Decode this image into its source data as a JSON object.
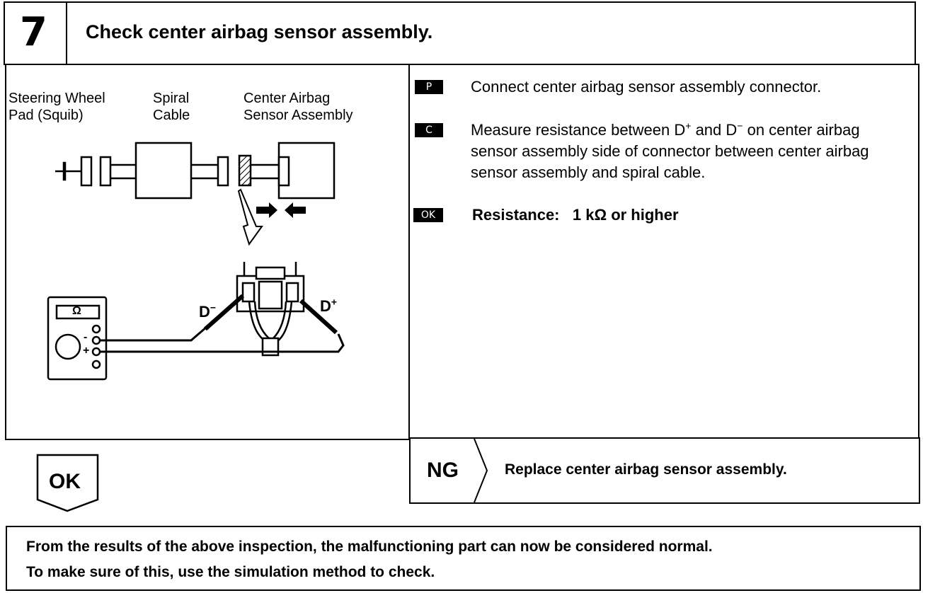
{
  "header": {
    "step_number": "7",
    "title": "Check center airbag sensor assembly."
  },
  "diagram": {
    "label_steering_line1": "Steering Wheel",
    "label_steering_line2": "Pad (Squib)",
    "label_spiral_line1": "Spiral",
    "label_spiral_line2": "Cable",
    "label_sensor_line1": "Center Airbag",
    "label_sensor_line2": "Sensor Assembly",
    "meter_symbol": "Ω",
    "terminal_minus": "-",
    "terminal_plus": "+",
    "probe_d_minus": "D",
    "probe_d_minus_sup": "−",
    "probe_d_plus": "D",
    "probe_d_plus_sup": "+"
  },
  "instructions": {
    "p_tag": "P",
    "p_text": "Connect center airbag sensor assembly connector.",
    "c_tag": "C",
    "c_text_1": "Measure resistance between D",
    "c_sup_plus": "+",
    "c_text_2": " and D",
    "c_sup_minus": "−",
    "c_text_3": " on center airbag sensor assembly side of connector between center airbag sensor assembly and spiral cable.",
    "ok_tag": "OK",
    "ok_label": "Resistance:",
    "ok_value": "1 kΩ or higher"
  },
  "result_ok": {
    "label": "OK"
  },
  "result_ng": {
    "label": "NG",
    "action": "Replace center airbag sensor assembly."
  },
  "footer": {
    "line1": "From the results of the above inspection, the malfunctioning part can now be considered normal.",
    "line2": "To make sure of this, use the simulation method to check."
  }
}
